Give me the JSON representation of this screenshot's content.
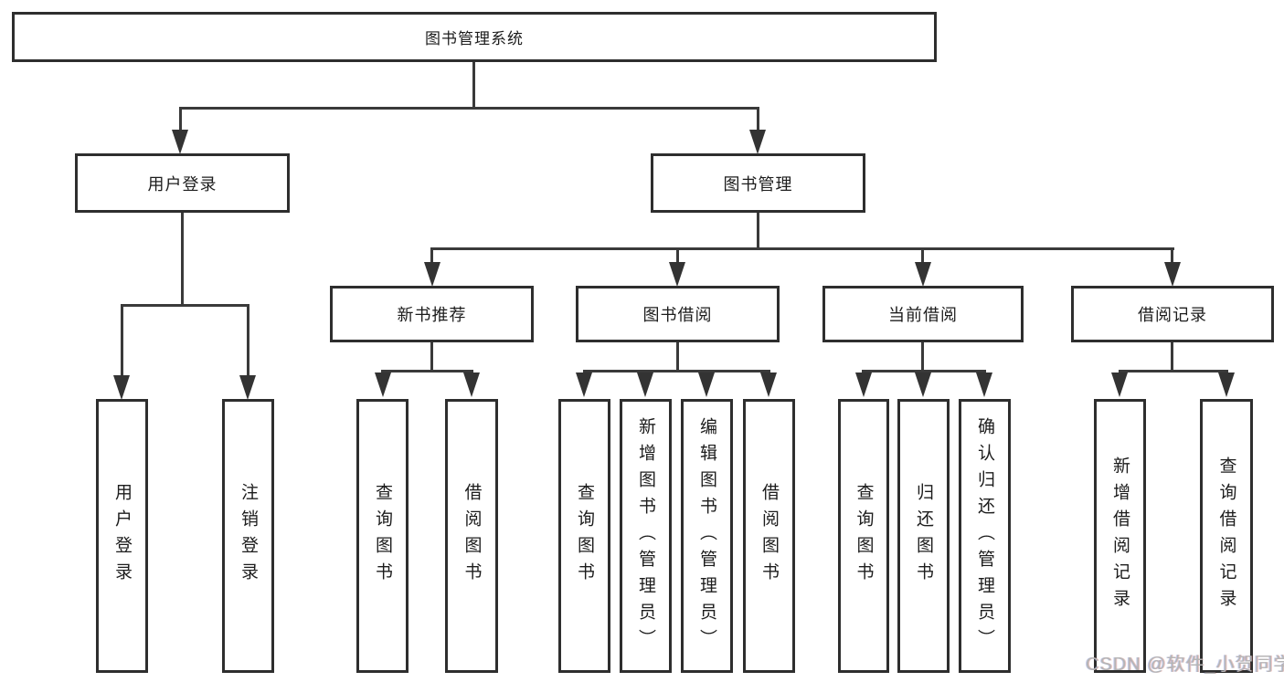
{
  "diagram": {
    "title": "图书管理系统",
    "type": "hierarchy-tree",
    "colors": {
      "background": "#ffffff",
      "box_border": "#2e2e2e",
      "connector_line": "#3a3a3a",
      "text": "#1c1c1c",
      "watermark": "#b5b5b5"
    },
    "nodes": {
      "root": {
        "label": "图书管理系统"
      },
      "userLogin": {
        "label": "用户登录"
      },
      "bookMgmt": {
        "label": "图书管理"
      },
      "newBookRec": {
        "label": "新书推荐"
      },
      "bookBorrow": {
        "label": "图书借阅"
      },
      "currentBorrow": {
        "label": "当前借阅"
      },
      "borrowRecord": {
        "label": "借阅记录"
      },
      "lUserLogin": {
        "label": "用户登录"
      },
      "lLogout": {
        "label": "注销登录"
      },
      "lNbrQuery": {
        "label": "查询图书"
      },
      "lNbrBorrow": {
        "label": "借阅图书"
      },
      "lBbQuery": {
        "label": "查询图书"
      },
      "lBbAdd": {
        "label": "新增图书（管理员）"
      },
      "lBbEdit": {
        "label": "编辑图书（管理员）"
      },
      "lBbBorrow": {
        "label": "借阅图书"
      },
      "lCbQuery": {
        "label": "查询图书"
      },
      "lCbReturn": {
        "label": "归还图书"
      },
      "lCbConfirm": {
        "label": "确认归还（管理员）"
      },
      "lBrAdd": {
        "label": "新增借阅记录"
      },
      "lBrQuery": {
        "label": "查询借阅记录"
      }
    },
    "tree": {
      "图书管理系统": {
        "用户登录": [
          "用户登录",
          "注销登录"
        ],
        "图书管理": {
          "新书推荐": [
            "查询图书",
            "借阅图书"
          ],
          "图书借阅": [
            "查询图书",
            "新增图书（管理员）",
            "编辑图书（管理员）",
            "借阅图书"
          ],
          "当前借阅": [
            "查询图书",
            "归还图书",
            "确认归还（管理员）"
          ],
          "借阅记录": [
            "新增借阅记录",
            "查询借阅记录"
          ]
        }
      }
    }
  },
  "watermark": "CSDN @软件_小贺同学"
}
